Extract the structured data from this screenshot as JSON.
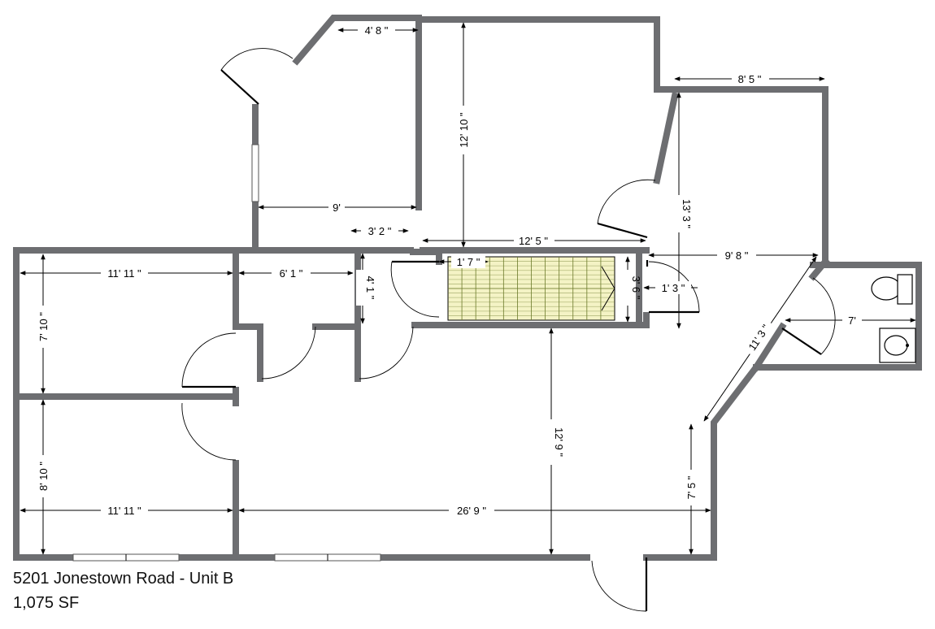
{
  "caption": {
    "address": "5201 Jonestown Road - Unit B",
    "area": "1,075 SF"
  },
  "dimensions": {
    "top_entry_width": "4' 8 \"",
    "upper_room_height": "12' 10 \"",
    "upper_right_width": "8' 5 \"",
    "upper_right_height": "13' 3 \"",
    "entry_width": "9'",
    "stair_landing": "3' 2 \"",
    "upper_room_width": "12' 5 \"",
    "stair_depth": "1' 7 \"",
    "stair_height": "3' 6 \"",
    "stair_side": "1' 3 \"",
    "hall_right_width": "9' 8 \"",
    "office_1_width": "11' 11 \"",
    "closet_width": "6' 1 \"",
    "closet_height": "4' 1 \"",
    "office_1_height": "7' 10 \"",
    "office_2_height": "8' 10 \"",
    "office_2_width": "11' 11 \"",
    "main_width": "26' 9 \"",
    "main_height": "12' 9 \"",
    "diagonal_wall": "11' 3 \"",
    "restroom_width": "7'",
    "lower_right_height": "7' 5 \""
  },
  "colors": {
    "wall": "#6d6e71",
    "stairs": "#f4f3c5",
    "background": "#ffffff"
  }
}
